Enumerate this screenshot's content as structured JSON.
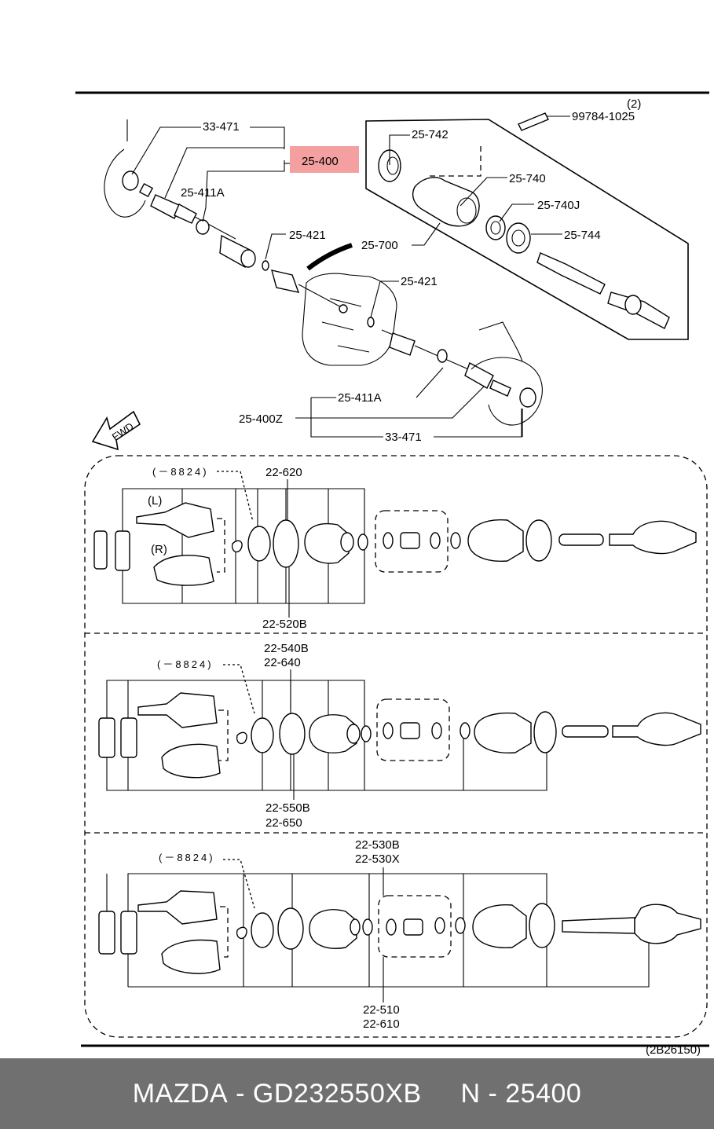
{
  "diagram": {
    "top_labels": {
      "boot_nut_left": "33-471",
      "highlighted_assembly": "25-400",
      "joint_set_left": "25-411A",
      "clip_left": "25-421",
      "clip_center": "25-421",
      "joint_set_right": "25-411A",
      "assembly_right": "25-400Z",
      "boot_nut_right": "33-471",
      "dust_seal": "25-742",
      "bolt": "99784-1025",
      "bolt_qty": "(2)",
      "bearing_support": "25-740",
      "bearing": "25-740J",
      "seal_744": "25-744",
      "intermediate_shaft": "25-700"
    },
    "direction_arrow_text": "FWD",
    "panel1": {
      "serial_range": "(－8824)",
      "side_left": "(L)",
      "side_right": "(R)",
      "label_top": "22-620",
      "label_bottom": "22-520B"
    },
    "panel2": {
      "serial_range": "(－8824)",
      "label_top_1": "22-540B",
      "label_top_2": "22-640",
      "label_bottom_1": "22-550B",
      "label_bottom_2": "22-650"
    },
    "panel3": {
      "serial_range": "(－8824)",
      "label_top_1": "22-530B",
      "label_top_2": "22-530X",
      "label_bottom_1": "22-510",
      "label_bottom_2": "22-610"
    },
    "figure_code": "(2B26150)"
  },
  "highlight_color": "#f4a0a0",
  "footer": {
    "brand": "MAZDA",
    "sep1": " - ",
    "part_number": "GD232550XB",
    "gap": "     ",
    "ref_prefix": "N",
    "sep2": " - ",
    "ref_number": "25400"
  }
}
